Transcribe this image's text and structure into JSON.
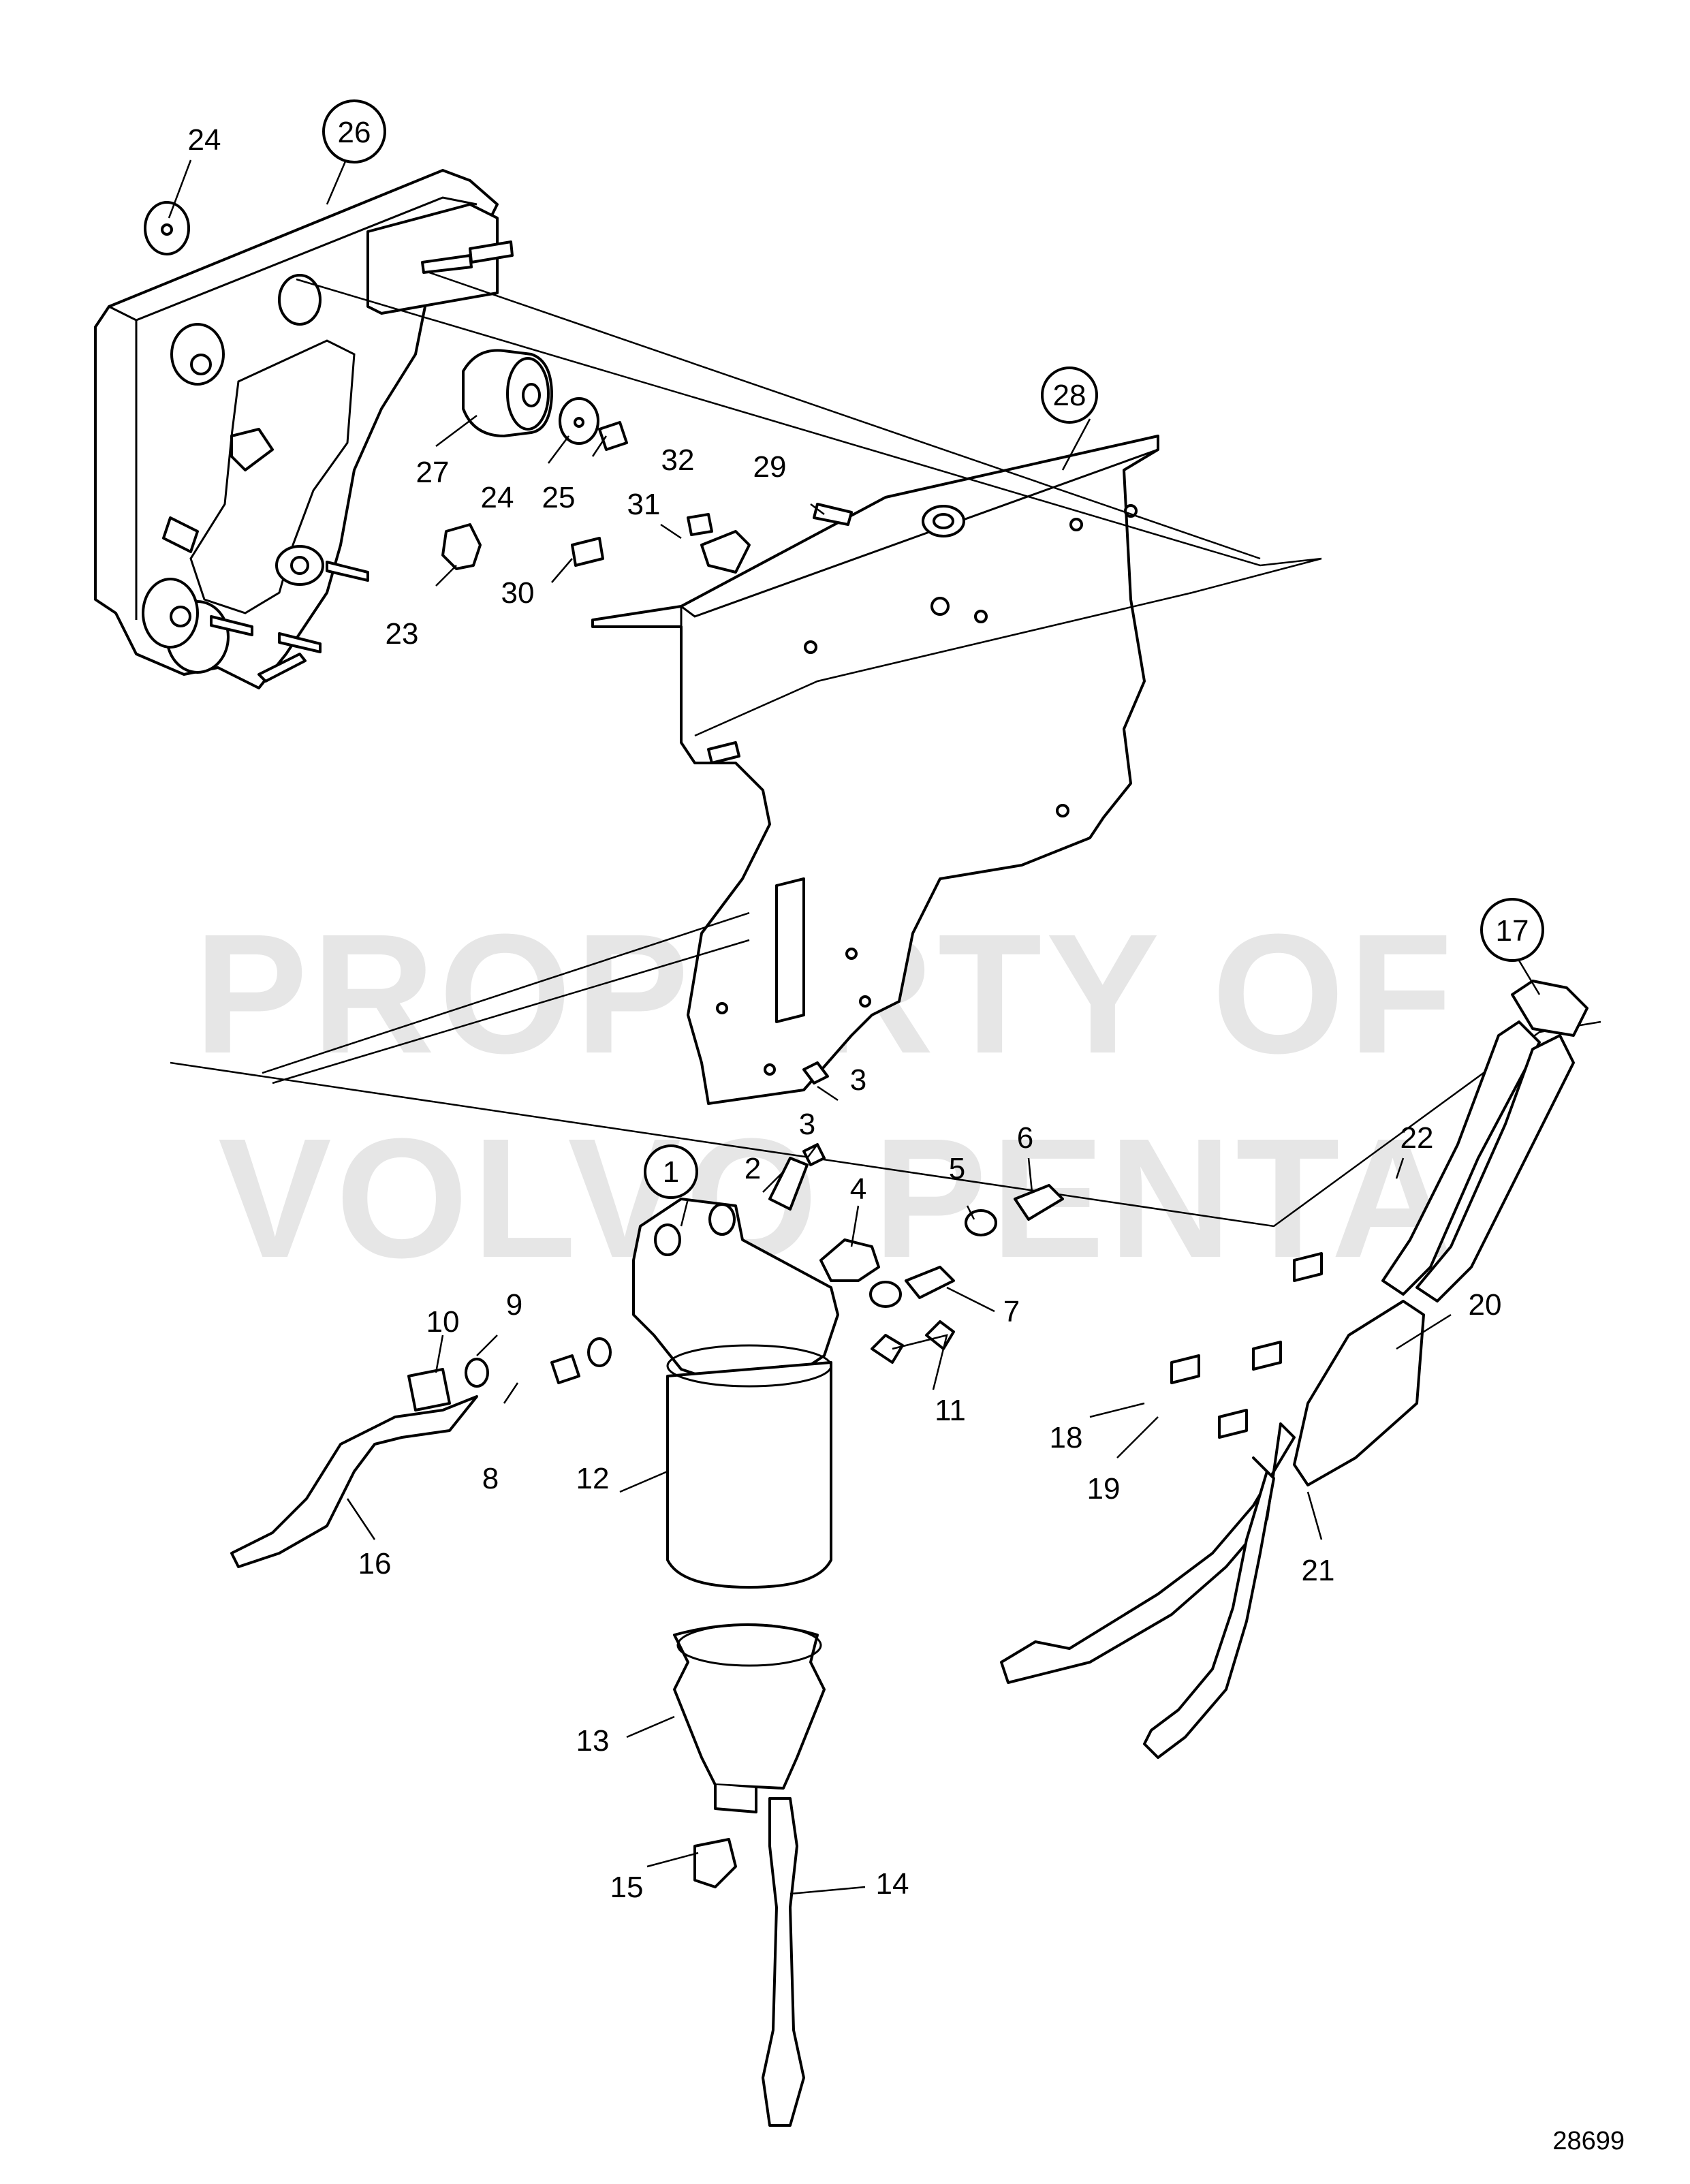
{
  "watermark": {
    "line1": "PROPERTY OF",
    "line2": "VOLVO PENTA"
  },
  "drawing_number": "28699",
  "callouts": {
    "c1": "1",
    "c2": "2",
    "c3a": "3",
    "c3b": "3",
    "c4": "4",
    "c5": "5",
    "c6": "6",
    "c7": "7",
    "c8": "8",
    "c9": "9",
    "c10": "10",
    "c11": "11",
    "c12": "12",
    "c13": "13",
    "c14": "14",
    "c15": "15",
    "c16": "16",
    "c17": "17",
    "c18": "18",
    "c19": "19",
    "c20": "20",
    "c21": "21",
    "c22": "22",
    "c23": "23",
    "c24a": "24",
    "c24b": "24",
    "c25": "25",
    "c26": "26",
    "c27": "27",
    "c28": "28",
    "c29": "29",
    "c30": "30",
    "c31": "31",
    "c32": "32"
  }
}
